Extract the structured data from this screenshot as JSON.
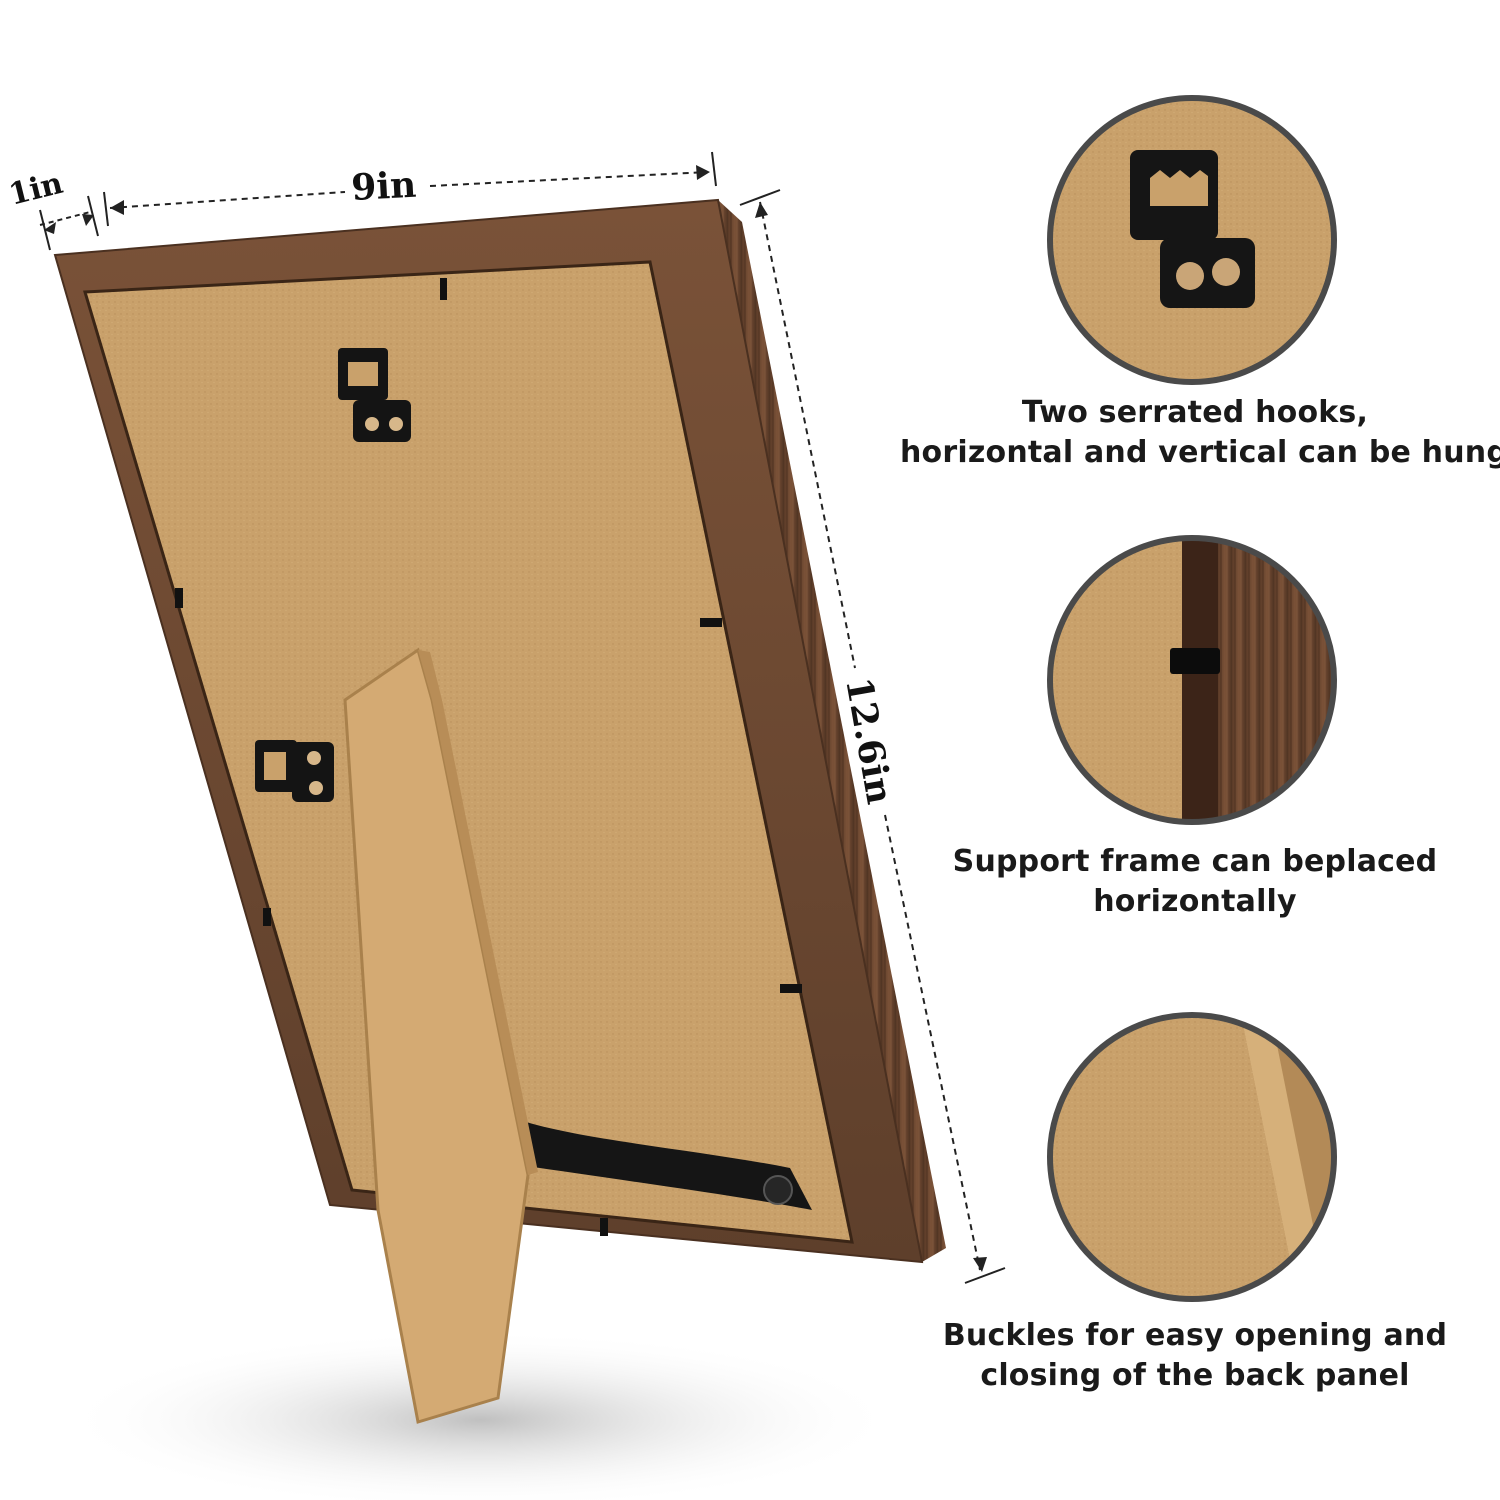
{
  "dimensions": {
    "depth": "1in",
    "width": "9in",
    "height": "12.6in"
  },
  "features": [
    {
      "name": "hook-detail",
      "lines": [
        "Two serrated hooks,",
        "horizontal and vertical can be hung"
      ]
    },
    {
      "name": "clip-detail",
      "lines": [
        "Support frame can beplaced",
        "horizontally"
      ]
    },
    {
      "name": "buckle-detail",
      "lines": [
        "Buckles for easy opening and",
        "closing of the back panel"
      ]
    }
  ],
  "colors": {
    "frame_wood": "#6e4a33",
    "backing_board": "#c8a06b",
    "metal": "#141414",
    "circle_border": "#4a4a4a"
  }
}
